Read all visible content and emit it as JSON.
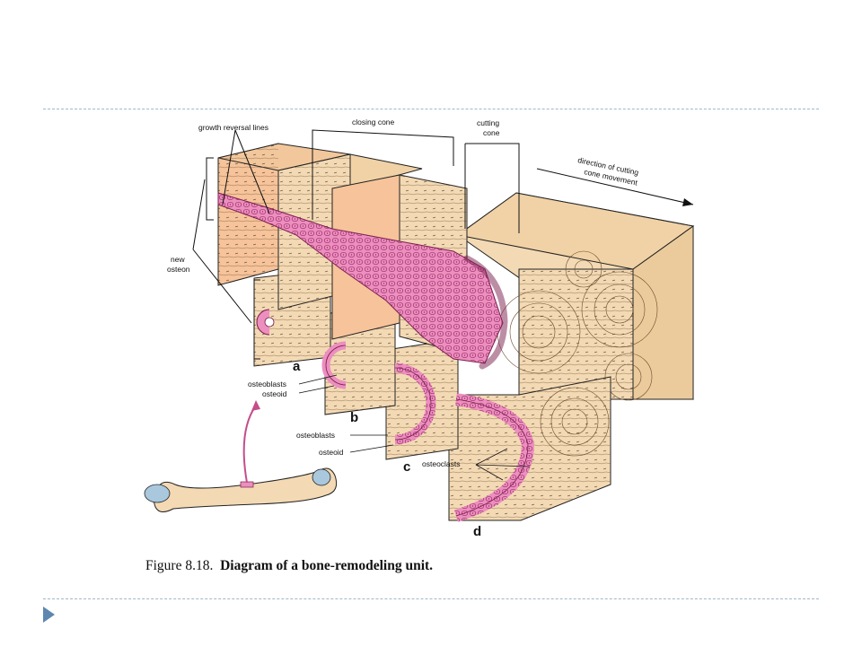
{
  "labels": {
    "growth_reversal_lines": "growth reversal lines",
    "closing_cone": "closing cone",
    "cutting_cone_line1": "cutting",
    "cutting_cone_line2": "cone",
    "direction_line1": "direction of cutting",
    "direction_line2": "cone movement",
    "new_osteon_line1": "new",
    "new_osteon_line2": "osteon",
    "osteoblasts_b": "osteoblasts",
    "osteoid_b": "osteoid",
    "osteoblasts_c": "osteoblasts",
    "osteoid_c": "osteoid",
    "osteoclasts": "osteoclasts"
  },
  "panel_letters": {
    "a": "a",
    "b": "b",
    "c": "c",
    "d": "d"
  },
  "caption": {
    "prefix": "Figure 8.18.",
    "title": "Diagram of a bone-remodeling unit."
  },
  "colors": {
    "bone": "#f3d9b4",
    "bone_dark": "#e8c291",
    "highlight": "#f6c39a",
    "pink": "#ec8fbf",
    "pink_dark": "#d6609f",
    "rule": "#9fb8cc",
    "bullet": "#5d87b0"
  }
}
